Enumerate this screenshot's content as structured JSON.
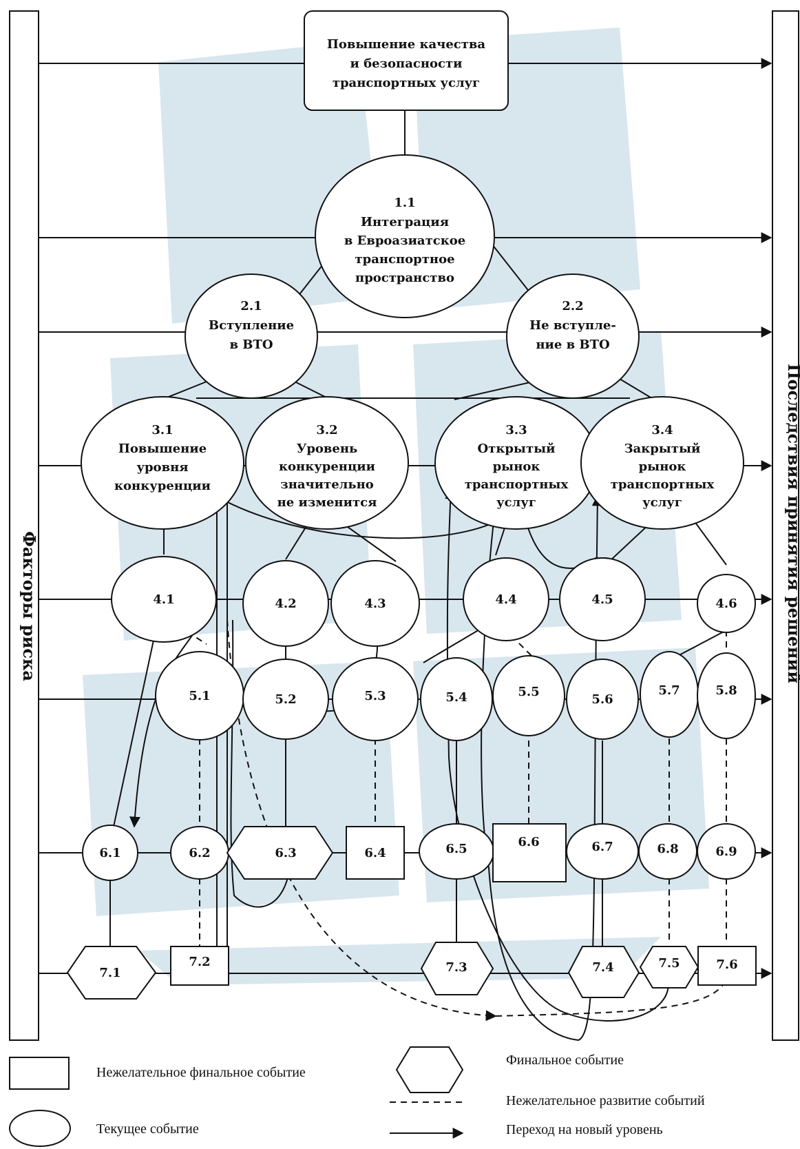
{
  "diagram": {
    "top_box": [
      "Повышение качества",
      "и безопасности",
      "транспортных услуг"
    ],
    "left_bar_label": "Факторы риска",
    "right_bar_label": "Последствия принятия решений",
    "nodes": {
      "n1_1": [
        "1.1",
        "Интеграция",
        "в Евроазиатское",
        "транспортное",
        "пространство"
      ],
      "n2_1": [
        "2.1",
        "Вступление",
        "в ВТО"
      ],
      "n2_2": [
        "2.2",
        "Не вступле-",
        "ние в ВТО"
      ],
      "n3_1": [
        "3.1",
        "Повышение",
        "уровня",
        "конкуренции"
      ],
      "n3_2": [
        "3.2",
        "Уровень",
        "конкуренции",
        "значительно",
        "не изменится"
      ],
      "n3_3": [
        "3.3",
        "Открытый",
        "рынок",
        "транспортных",
        "услуг"
      ],
      "n3_4": [
        "3.4",
        "Закрытый",
        "рынок",
        "транспортных",
        "услуг"
      ],
      "n4_1": "4.1",
      "n4_2": "4.2",
      "n4_3": "4.3",
      "n4_4": "4.4",
      "n4_5": "4.5",
      "n4_6": "4.6",
      "n5_1": "5.1",
      "n5_2": "5.2",
      "n5_3": "5.3",
      "n5_4": "5.4",
      "n5_5": "5.5",
      "n5_6": "5.6",
      "n5_7": "5.7",
      "n5_8": "5.8",
      "n6_1": "6.1",
      "n6_2": "6.2",
      "n6_3": "6.3",
      "n6_4": "6.4",
      "n6_5": "6.5",
      "n6_6": "6.6",
      "n6_7": "6.7",
      "n6_8": "6.8",
      "n6_9": "6.9",
      "n7_1": "7.1",
      "n7_2": "7.2",
      "n7_3": "7.3",
      "n7_4": "7.4",
      "n7_5": "7.5",
      "n7_6": "7.6"
    }
  },
  "legend": {
    "rect": "Нежелательное финальное событие",
    "hexagon": "Финальное  событие",
    "ellipse": "Текущее событие",
    "dashed": "Нежелательное развитие событий",
    "arrow": "Переход на новый уровень"
  },
  "colors": {
    "watermark": "#a9c7d9",
    "stroke": "#111111"
  }
}
